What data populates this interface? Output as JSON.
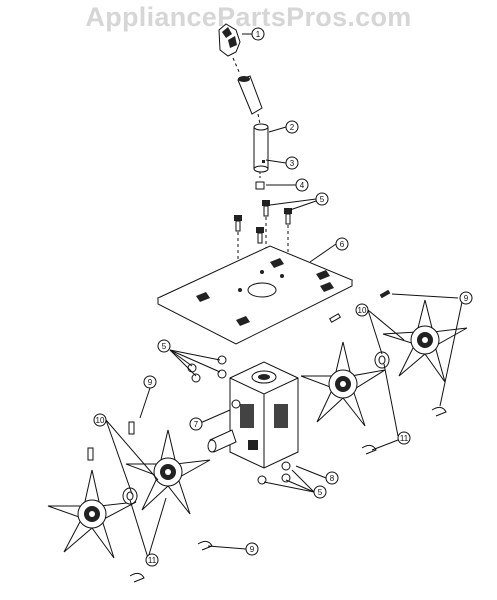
{
  "watermark": "AppliancePartsPros.com",
  "callouts": [
    "1",
    "2",
    "3",
    "4",
    "5",
    "6",
    "5",
    "9",
    "10",
    "7",
    "8",
    "5",
    "9",
    "10",
    "11",
    "11",
    "9"
  ],
  "colors": {
    "line": "#111111",
    "part_fill": "#ffffff",
    "dark": "#222222",
    "watermark": "#d6d6d6"
  }
}
